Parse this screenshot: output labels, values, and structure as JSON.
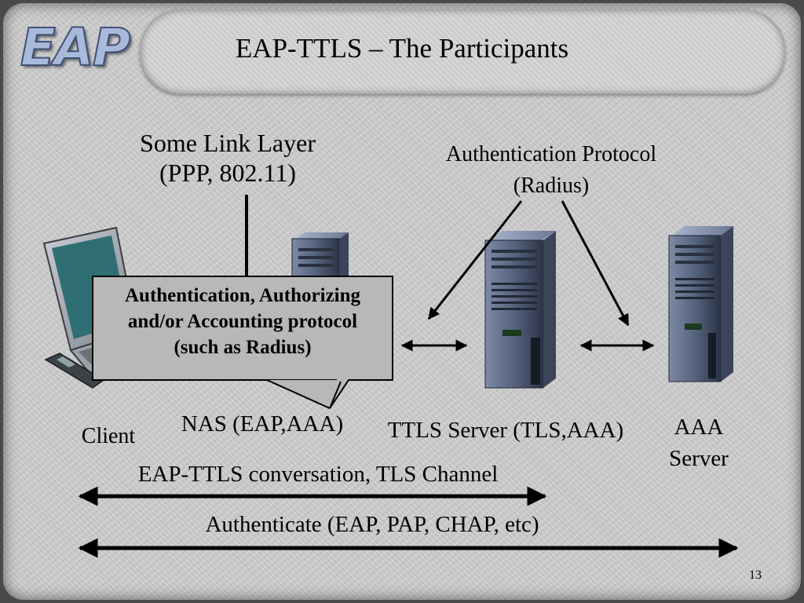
{
  "logo": {
    "text": "EAP"
  },
  "title": "EAP-TTLS – The Participants",
  "labels": {
    "link_layer_line1": "Some Link Layer",
    "link_layer_line2": "(PPP, 802.11)",
    "auth_protocol_line1": "Authentication Protocol",
    "auth_protocol_line2": "(Radius)",
    "client": "Client",
    "nas": "NAS (EAP,AAA)",
    "ttls_server": "TTLS Server (TLS,AAA)",
    "aaa_line1": "AAA",
    "aaa_line2": "Server",
    "conversation": "EAP-TTLS conversation, TLS Channel",
    "authenticate": "Authenticate (EAP, PAP, CHAP, etc)"
  },
  "callout": {
    "line1": "Authentication, Authorizing",
    "line2": "and/or Accounting protocol",
    "line3": "(such as Radius)"
  },
  "slide_number": "13",
  "icons": [
    "laptop-icon",
    "mobile-phone-icon",
    "nas-server-icon",
    "ttls-server-icon",
    "aaa-server-icon"
  ],
  "colors": {
    "background": "#cfcfcf",
    "callout_fill": "#b8b8b8",
    "server_body": "#4e5a73",
    "laptop_screen": "#2f6f73",
    "logo_fill": "#a9b9da"
  }
}
